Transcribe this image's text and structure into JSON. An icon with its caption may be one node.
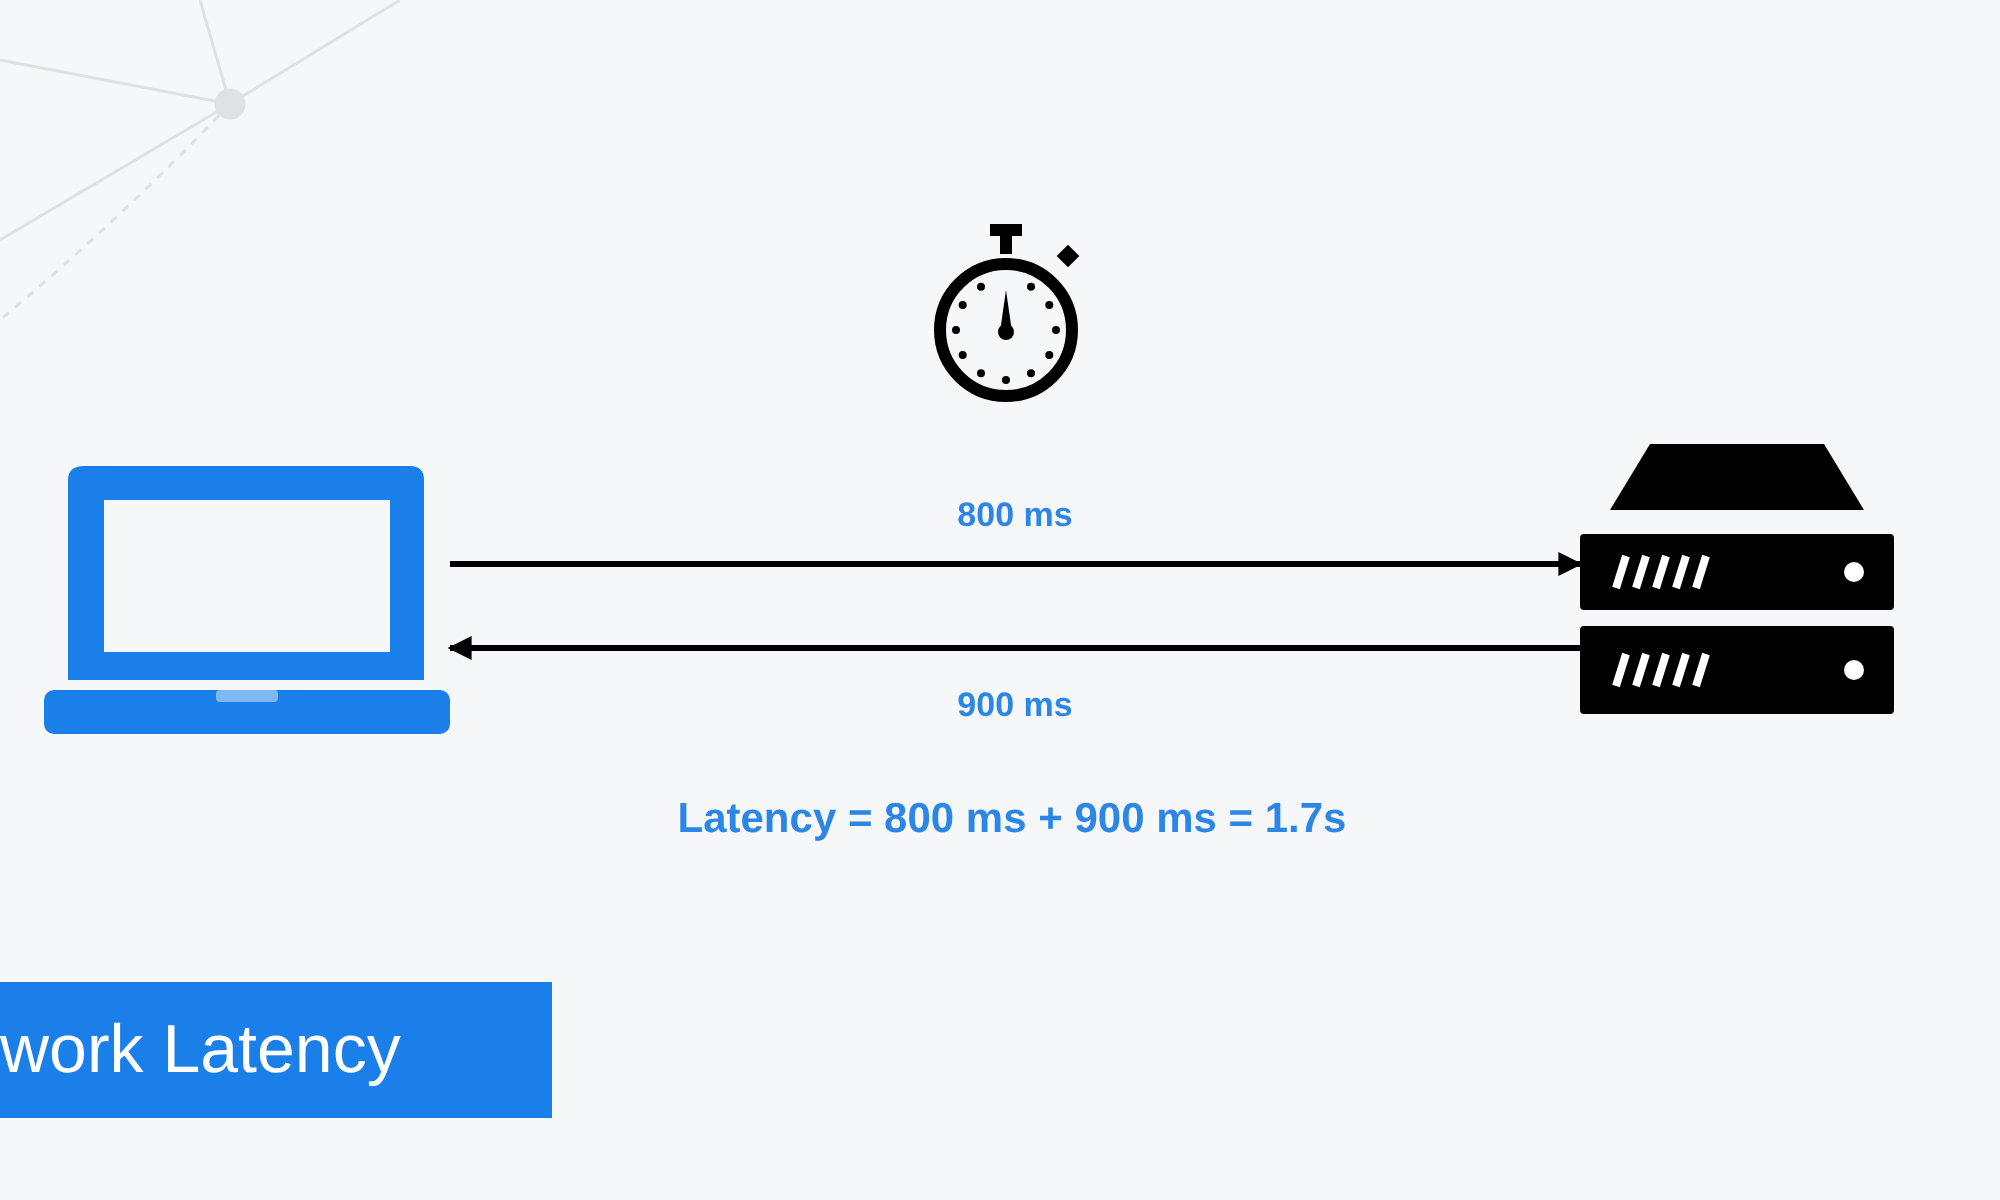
{
  "diagram": {
    "title": "work Latency",
    "nodes": [
      {
        "text": [],
        "shape": "picture"
      },
      {
        "text": [],
        "shape": "picture"
      }
    ],
    "edges": [
      {
        "from": 0,
        "to": 1,
        "arrow": "to",
        "label": "800 ms"
      },
      {
        "from": 1,
        "to": 0,
        "arrow": "to",
        "label": "900 ms"
      }
    ],
    "labels": [
      "Latency = 800 ms + 900 ms = 1.7s"
    ]
  }
}
